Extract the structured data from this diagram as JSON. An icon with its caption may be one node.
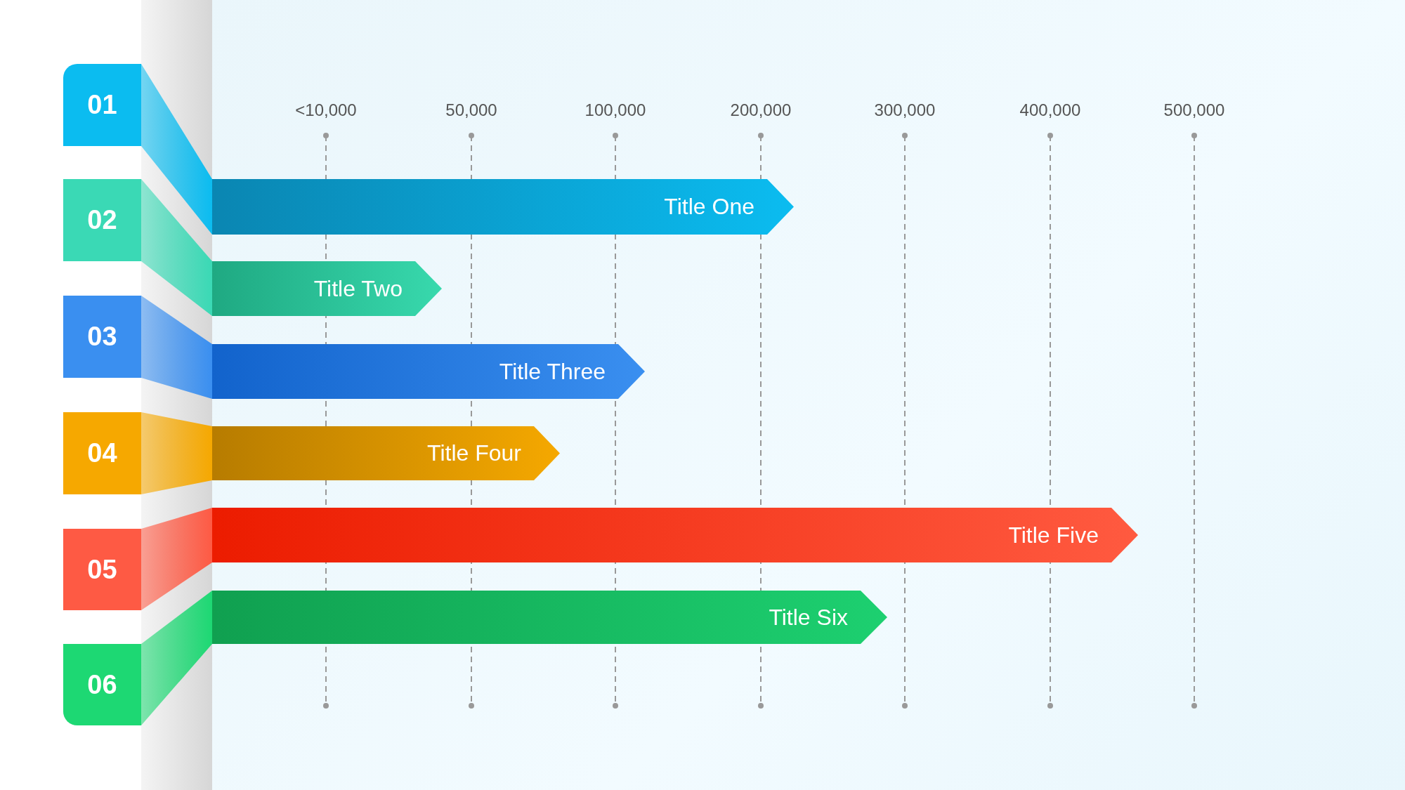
{
  "diagram": {
    "nodes": [
      {
        "text": [
          "01"
        ]
      },
      {
        "text": [
          "02"
        ]
      },
      {
        "text": [
          "03"
        ]
      },
      {
        "text": [
          "04"
        ]
      },
      {
        "text": [
          "05"
        ]
      },
      {
        "text": [
          "06"
        ]
      },
      {
        "text": [
          "Title One"
        ]
      },
      {
        "text": [
          "Title Two"
        ]
      },
      {
        "text": [
          "Title Three"
        ]
      },
      {
        "text": [
          "Title Four"
        ]
      },
      {
        "text": [
          "Title Five"
        ]
      },
      {
        "text": [
          "Title Six"
        ]
      }
    ],
    "edges": [
      {
        "from": 0,
        "to": 6,
        "arrow": "none"
      },
      {
        "from": 1,
        "to": 7,
        "arrow": "none"
      },
      {
        "from": 2,
        "to": 8,
        "arrow": "none"
      },
      {
        "from": 3,
        "to": 9,
        "arrow": "none"
      },
      {
        "from": 4,
        "to": 10,
        "arrow": "none"
      },
      {
        "from": 5,
        "to": 11,
        "arrow": "none"
      }
    ],
    "labels": [
      "<10,000",
      "50,000",
      "100,000",
      "200,000",
      "300,000",
      "400,000",
      "500,000"
    ]
  }
}
